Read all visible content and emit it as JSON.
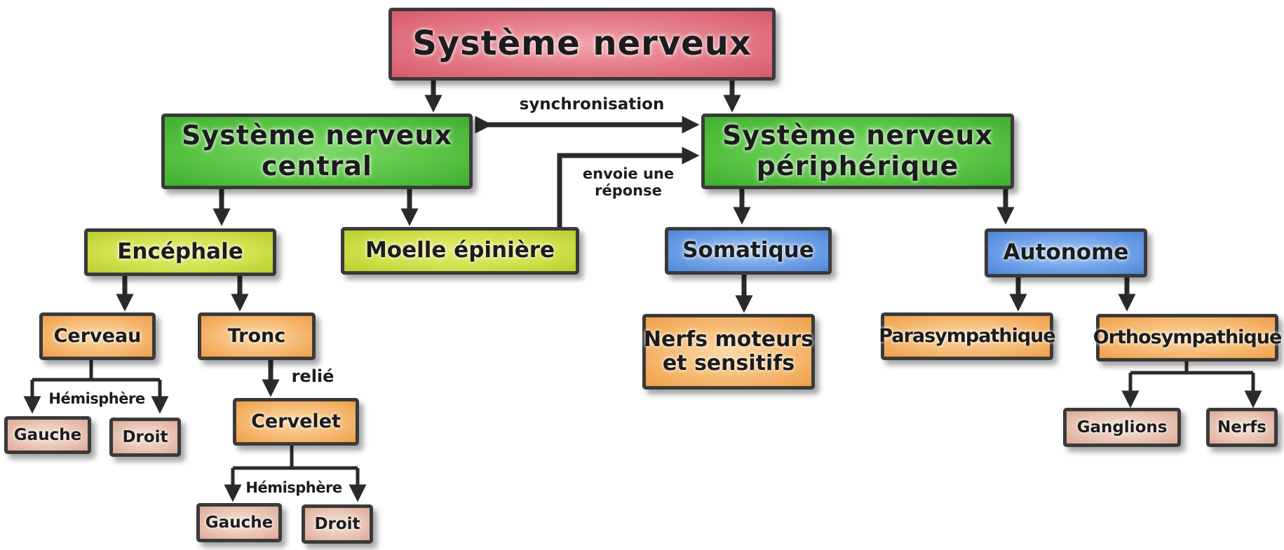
{
  "nodes": {
    "systeme_nerveux": "Système nerveux",
    "snc_line1": "Système nerveux",
    "snc_line2": "central",
    "snp_line1": "Système nerveux",
    "snp_line2": "périphérique",
    "encephale": "Encéphale",
    "moelle": "Moelle épinière",
    "somatique": "Somatique",
    "autonome": "Autonome",
    "cerveau": "Cerveau",
    "tronc": "Tronc",
    "cervelet": "Cervelet",
    "nerfs_ms_line1": "Nerfs moteurs",
    "nerfs_ms_line2": "et sensitifs",
    "parasympathique": "Parasympathique",
    "orthosympathique": "Orthosympathique",
    "gauche_cerveau": "Gauche",
    "droit_cerveau": "Droit",
    "gauche_cervelet": "Gauche",
    "droit_cervelet": "Droit",
    "ganglions": "Ganglions",
    "nerfs": "Nerfs"
  },
  "labels": {
    "synchronisation": "synchronisation",
    "envoie_line1": "envoie une",
    "envoie_line2": "réponse",
    "relie": "relié",
    "hemisphere_cerveau": "Hémisphère",
    "hemisphere_cervelet": "Hémisphère"
  },
  "colors": {
    "root": "#e27684",
    "level1": "#58c343",
    "lime": "#cfe04a",
    "blue": "#6c9fe6",
    "orange": "#f5b870",
    "pink": "#e9c3b3",
    "outline": "#3a3a3a"
  }
}
